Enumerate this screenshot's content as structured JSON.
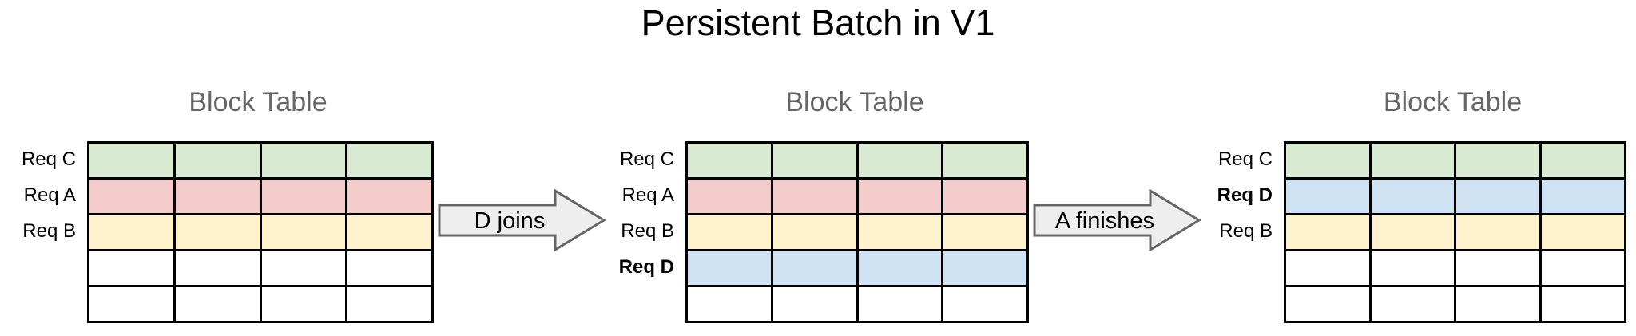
{
  "title": "Persistent Batch in V1",
  "colors": {
    "green": "#d9ead3",
    "red": "#f4cccc",
    "yellow": "#fff2cc",
    "blue": "#cfe2f3",
    "white": "#ffffff",
    "arrow_fill": "#eeeeee",
    "arrow_border": "#666666",
    "grid_border": "#000000",
    "table_title_gray": "#666666"
  },
  "tables": [
    {
      "title": "Block Table",
      "columns": 4,
      "rows": [
        {
          "label": "Req C",
          "bold": false,
          "color": "green"
        },
        {
          "label": "Req A",
          "bold": false,
          "color": "red"
        },
        {
          "label": "Req B",
          "bold": false,
          "color": "yellow"
        },
        {
          "label": "",
          "bold": false,
          "color": "white"
        },
        {
          "label": "",
          "bold": false,
          "color": "white"
        }
      ]
    },
    {
      "title": "Block Table",
      "columns": 4,
      "rows": [
        {
          "label": "Req C",
          "bold": false,
          "color": "green"
        },
        {
          "label": "Req A",
          "bold": false,
          "color": "red"
        },
        {
          "label": "Req B",
          "bold": false,
          "color": "yellow"
        },
        {
          "label": "Req D",
          "bold": true,
          "color": "blue"
        },
        {
          "label": "",
          "bold": false,
          "color": "white"
        }
      ]
    },
    {
      "title": "Block Table",
      "columns": 4,
      "rows": [
        {
          "label": "Req C",
          "bold": false,
          "color": "green"
        },
        {
          "label": "Req D",
          "bold": true,
          "color": "blue"
        },
        {
          "label": "Req B",
          "bold": false,
          "color": "yellow"
        },
        {
          "label": "",
          "bold": false,
          "color": "white"
        },
        {
          "label": "",
          "bold": false,
          "color": "white"
        }
      ]
    }
  ],
  "arrows": [
    {
      "label": "D joins"
    },
    {
      "label": "A finishes"
    }
  ]
}
